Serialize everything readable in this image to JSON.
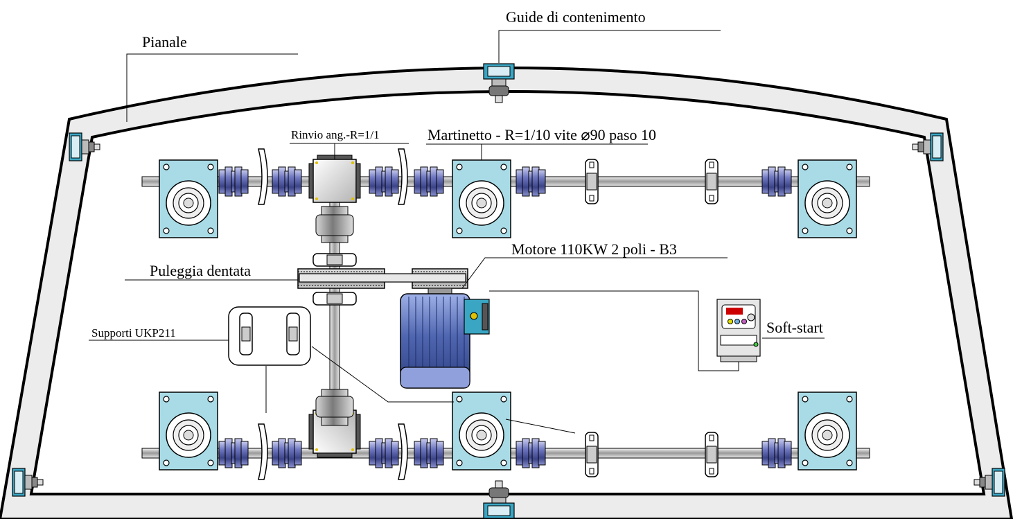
{
  "labels": {
    "guide": "Guide di contenimento",
    "pianale": "Pianale",
    "rinvio": "Rinvio  ang.-R=1/1",
    "martinetto": "Martinetto - R=1/10 vite",
    "martinetto_diam": "⌀90",
    "martinetto_tail": "paso 10",
    "motore": "Motore  110KW 2 poli - B3",
    "puleggia": "Puleggia dentata",
    "supporti": "Supporti UKP211",
    "softstart": "Soft-start"
  },
  "colors": {
    "frame_fill": "#ececec",
    "jack_box": "#a8dbe6",
    "coupling": "#5a63a8",
    "motor": "#5a6fb4",
    "shaft": "#c8c8c8",
    "guide_cyan": "#3aa6c4",
    "outline": "#000000"
  }
}
